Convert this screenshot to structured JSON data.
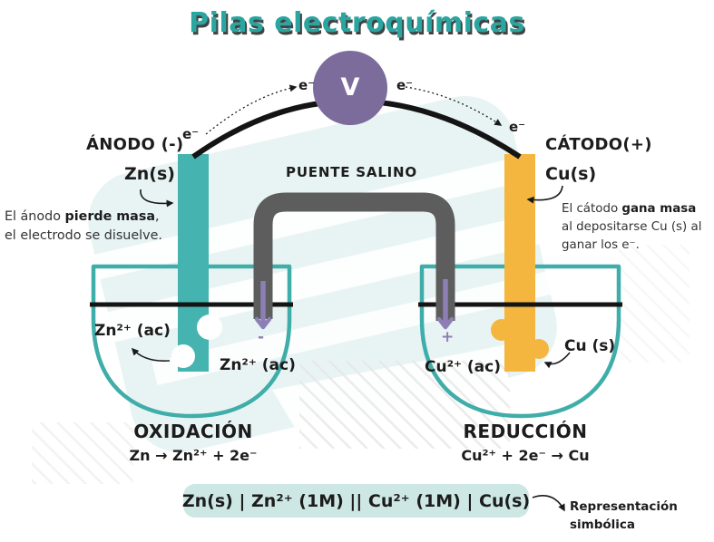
{
  "title": "Pilas electroquímicas",
  "voltmeter": {
    "label": "V"
  },
  "electrons": {
    "anode_wire": "e⁻",
    "meter_in": "e⁻",
    "meter_out": "e⁻",
    "cathode_wire": "e⁻"
  },
  "salt_bridge": {
    "label": "PUENTE SALINO",
    "anode_sign": "-",
    "cathode_sign": "+"
  },
  "anode": {
    "name": "ÁNODO (-)",
    "electrode": "Zn(s)",
    "note": {
      "pre": "El ánodo ",
      "bold": "pierde masa",
      "post": ",",
      "line2": "el electrodo se disuelve."
    },
    "solution_ion": "Zn²⁺ (ac)",
    "bridge_ion": "Zn²⁺ (ac)",
    "process": {
      "title": "OXIDACIÓN",
      "equation": "Zn → Zn²⁺ + 2e⁻"
    }
  },
  "cathode": {
    "name": "CÁTODO(+)",
    "electrode": "Cu(s)",
    "note": {
      "pre": "El cátodo ",
      "bold": "gana masa",
      "post": " al depositarse Cu (s) al ganar los e⁻."
    },
    "solution_ion": "Cu²⁺ (ac)",
    "deposit": "Cu (s)",
    "process": {
      "title": "REDUCCIÓN",
      "equation": "Cu²⁺ + 2e⁻ → Cu"
    }
  },
  "cell_notation": {
    "text": "Zn(s) | Zn²⁺ (1M) || Cu²⁺ (1M) | Cu(s)",
    "caption": {
      "line1": "Representación",
      "line2": "simbólica"
    }
  },
  "colors": {
    "teal_electrode": "#45b3af",
    "copper_electrode": "#f4b63e",
    "voltmeter_purple": "#7b6c9c",
    "ion_arrow_purple": "#8d7fb5",
    "beaker_teal": "#3fada9",
    "title_teal": "#2aa5a0",
    "notation_box_bg": "#cde7e4",
    "bridge_gray": "#5d5d5d"
  }
}
